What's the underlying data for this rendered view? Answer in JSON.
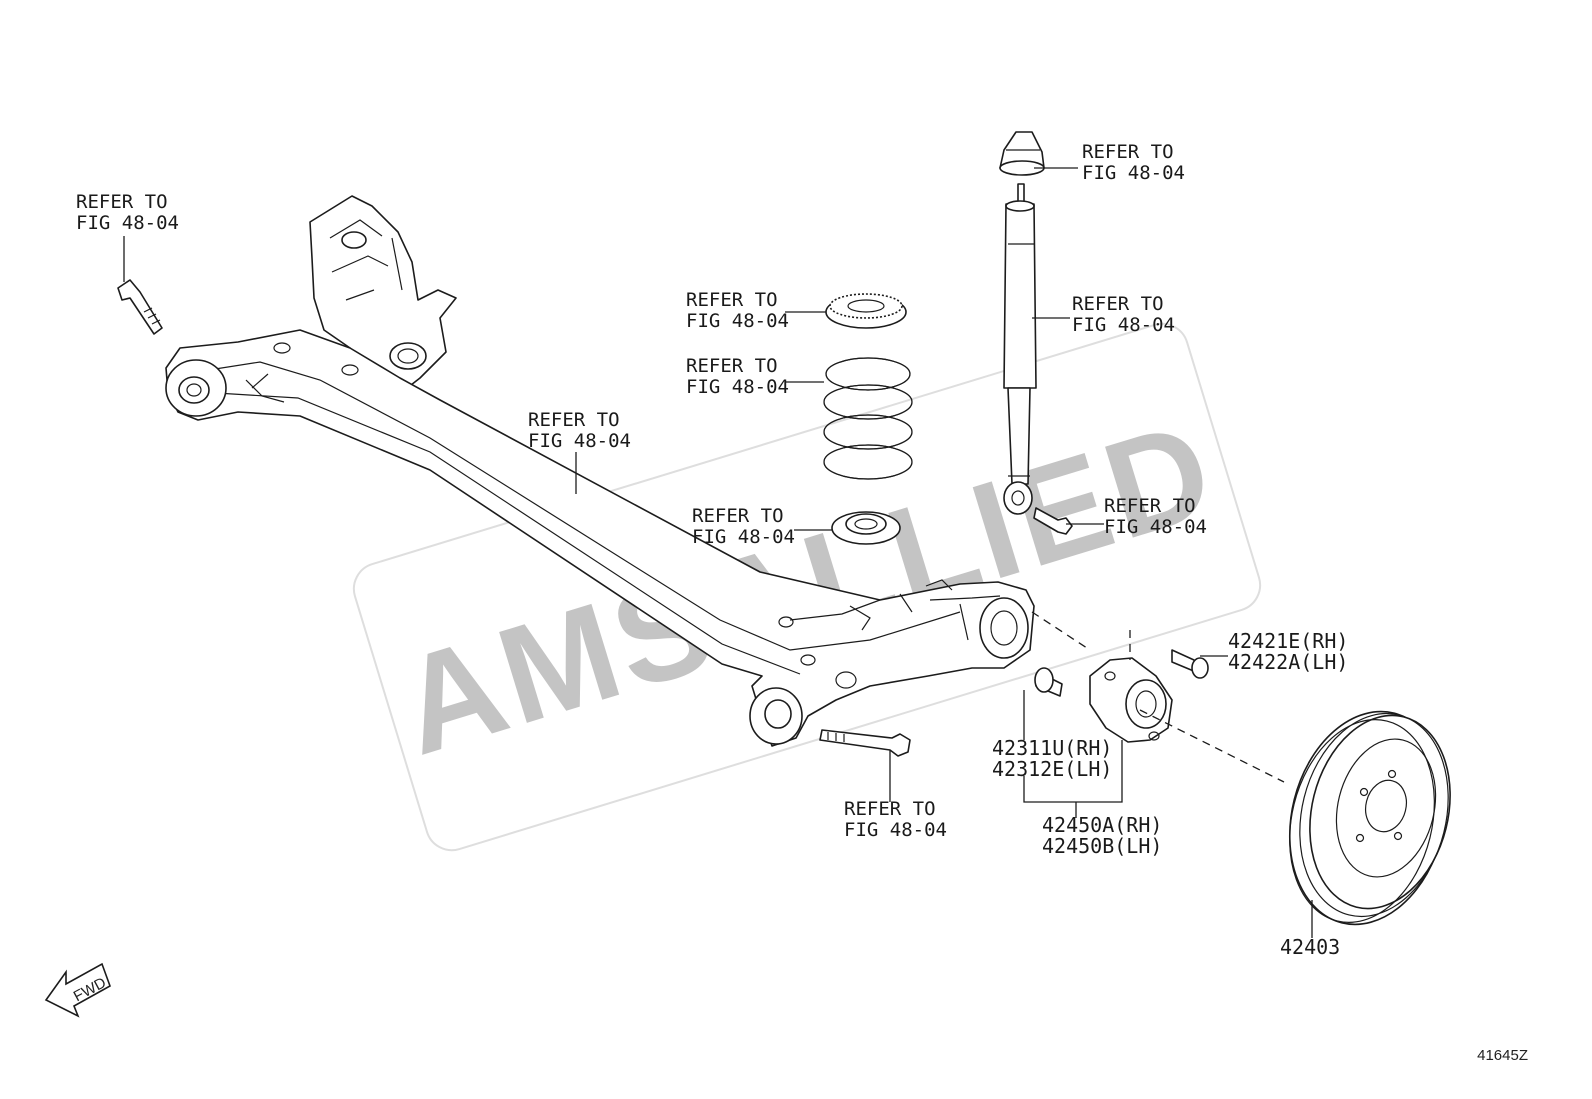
{
  "watermark": "AMSALLIED",
  "reference_number": "41645Z",
  "fwd_label": "FWD",
  "callouts": [
    {
      "line1": "REFER TO",
      "line2": "FIG 48-04"
    },
    {
      "line1": "REFER TO",
      "line2": "FIG 48-04"
    },
    {
      "line1": "REFER TO",
      "line2": "FIG 48-04"
    },
    {
      "line1": "REFER TO",
      "line2": "FIG 48-04"
    },
    {
      "line1": "REFER TO",
      "line2": "FIG 48-04"
    },
    {
      "line1": "REFER TO",
      "line2": "FIG 48-04"
    },
    {
      "line1": "REFER TO",
      "line2": "FIG 48-04"
    },
    {
      "line1": "REFER TO",
      "line2": "FIG 48-04"
    },
    {
      "line1": "REFER TO",
      "line2": "FIG 48-04"
    }
  ],
  "parts": [
    {
      "line1": "42421E(RH)",
      "line2": "42422A(LH)"
    },
    {
      "line1": "42311U(RH)",
      "line2": "42312E(LH)"
    },
    {
      "line1": "42450A(RH)",
      "line2": "42450B(LH)"
    },
    {
      "line1": "42403"
    }
  ]
}
